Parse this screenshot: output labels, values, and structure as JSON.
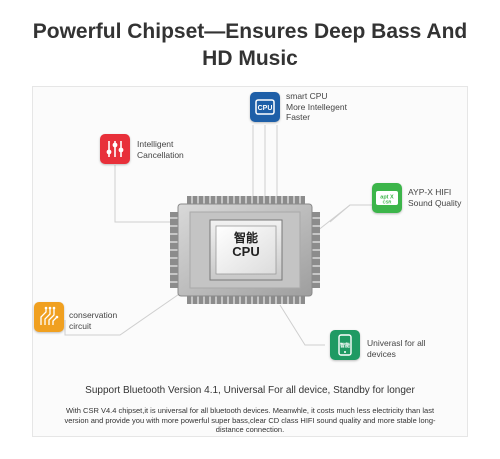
{
  "title": {
    "line1": "Powerful Chipset—Ensures Deep Bass And",
    "line2": "HD Music"
  },
  "chip": {
    "label_zh": "智能",
    "label_en": "CPU"
  },
  "features": {
    "smart_cpu": {
      "icon_text": "CPU",
      "label_lines": [
        "smart CPU",
        "More Intellegent",
        "Faster"
      ],
      "icon_name": "cpu-icon",
      "color": "#1e5fa8"
    },
    "intelligent_cancellation": {
      "label_lines": [
        "Intelligent",
        "Cancellation"
      ],
      "icon_name": "equalizer-sliders-icon",
      "color": "#e8303a"
    },
    "hifi": {
      "icon_text": "apt X",
      "icon_subtext": "CSR",
      "label_lines": [
        "AYP-X HIFI",
        "Sound Quality"
      ],
      "icon_name": "aptx-badge-icon",
      "color": "#3cb54a"
    },
    "conservation": {
      "label_lines": [
        "conservation",
        "circuit"
      ],
      "icon_name": "circuit-board-icon",
      "color": "#f0a020"
    },
    "universal": {
      "icon_text": "智能",
      "label_lines": [
        "Univerasl for all",
        "devices"
      ],
      "icon_name": "smartphone-icon",
      "color": "#1f9a63"
    }
  },
  "footer": {
    "main": "Support Bluetooth Version 4.1, Universal For all device, Standby for longer",
    "sub": "With CSR V4.4 chipset,it is universal for all bluetooth devices. Meanwhle, it costs much less electricity than last version and provide you with more powerful super bass,clear CD class HIFI sound quality and more stable long-distance connection."
  }
}
